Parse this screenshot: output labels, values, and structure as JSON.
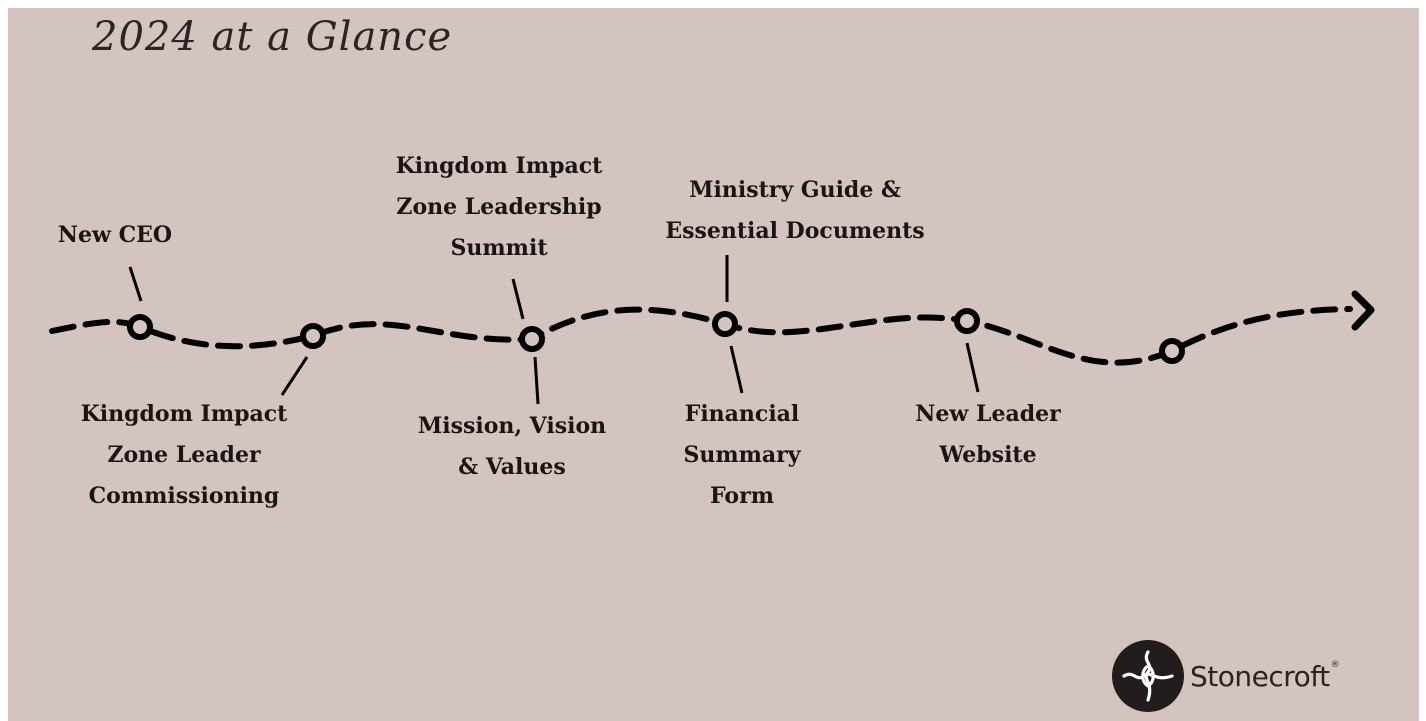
{
  "title": "2024 at a Glance",
  "milestones": [
    {
      "label": "New CEO"
    },
    {
      "label": "Kingdom Impact\nZone Leader\nCommissioning"
    },
    {
      "label": "Kingdom Impact\nZone Leadership\nSummit"
    },
    {
      "label": "Mission, Vision\n& Values"
    },
    {
      "label": "Ministry Guide &\nEssential Documents"
    },
    {
      "label": "Financial\nSummary\nForm"
    },
    {
      "label": "New Leader\nWebsite"
    }
  ],
  "brand": {
    "name": "Stonecroft",
    "trademark": "®",
    "icon": "stonecroft-logo-icon"
  },
  "colors": {
    "background": "#d3c4bf",
    "ink": "#1a1515"
  }
}
